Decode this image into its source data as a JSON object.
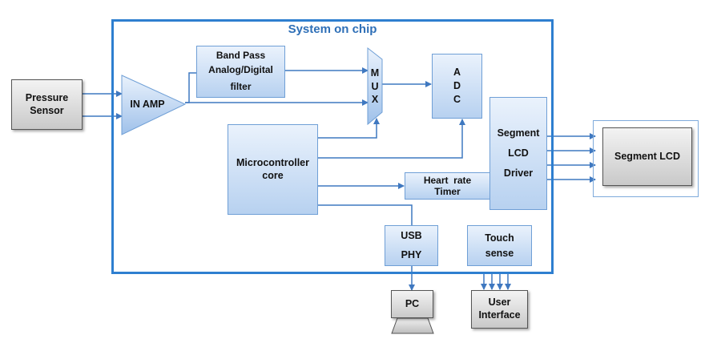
{
  "soc": {
    "title": "System on chip"
  },
  "blocks": {
    "pressure_sensor": [
      "Pressure",
      "Sensor"
    ],
    "in_amp": "IN AMP",
    "band_pass": [
      "Band Pass",
      "Analog/Digital",
      "filter"
    ],
    "mux": [
      "M",
      "U",
      "X"
    ],
    "adc": [
      "A",
      "D",
      "C"
    ],
    "microcontroller": [
      "Microcontroller",
      "core"
    ],
    "heart_rate_timer": [
      "Heart  rate",
      "Timer"
    ],
    "segment_lcd_driver": [
      "Segment",
      "LCD",
      "Driver"
    ],
    "segment_lcd": "Segment LCD",
    "usb_phy": [
      "USB",
      "PHY"
    ],
    "touch_sense": [
      "Touch",
      "sense"
    ],
    "pc": "PC",
    "user_interface": [
      "User",
      "Interface"
    ]
  },
  "colors": {
    "soc_border": "#2e7fd0",
    "arrow": "#3f78c0",
    "block_fill": "#b7d1f0",
    "gray_block": "#c9c9c9"
  }
}
